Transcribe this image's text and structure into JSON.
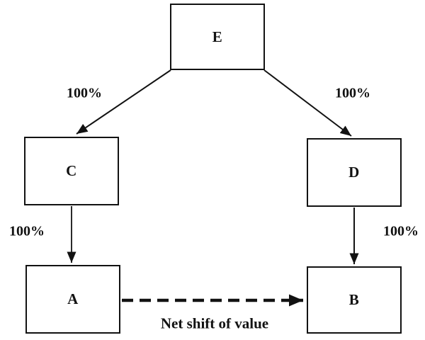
{
  "diagram": {
    "type": "flow-diagram",
    "background_color": "#ffffff",
    "stroke_color": "#121212",
    "text_color": "#121212",
    "nodes": [
      {
        "id": "E",
        "label": "E"
      },
      {
        "id": "C",
        "label": "C"
      },
      {
        "id": "D",
        "label": "D"
      },
      {
        "id": "A",
        "label": "A"
      },
      {
        "id": "B",
        "label": "B"
      }
    ],
    "edges": [
      {
        "from": "E",
        "to": "C",
        "label": "100%",
        "style": "solid-arrow"
      },
      {
        "from": "E",
        "to": "D",
        "label": "100%",
        "style": "solid-arrow"
      },
      {
        "from": "C",
        "to": "A",
        "label": "100%",
        "style": "solid-arrow"
      },
      {
        "from": "D",
        "to": "B",
        "label": "100%",
        "style": "solid-arrow"
      },
      {
        "from": "A",
        "to": "B",
        "label": "Net shift of value",
        "style": "dashed-arrow"
      }
    ]
  }
}
